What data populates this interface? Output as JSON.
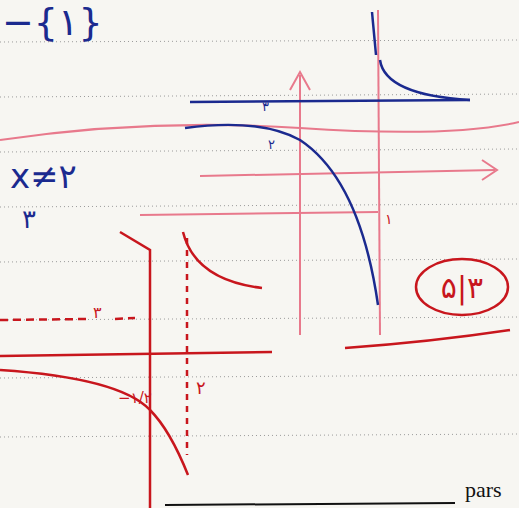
{
  "diagram": {
    "nodes": [
      {
        "text": [
          "۵|۳"
        ]
      }
    ],
    "labels": [
      "−{۱}",
      "x≠۲",
      "۳",
      "۳",
      "۲",
      "۱",
      "۳",
      "۲",
      "−۱/۲",
      "pars"
    ]
  }
}
